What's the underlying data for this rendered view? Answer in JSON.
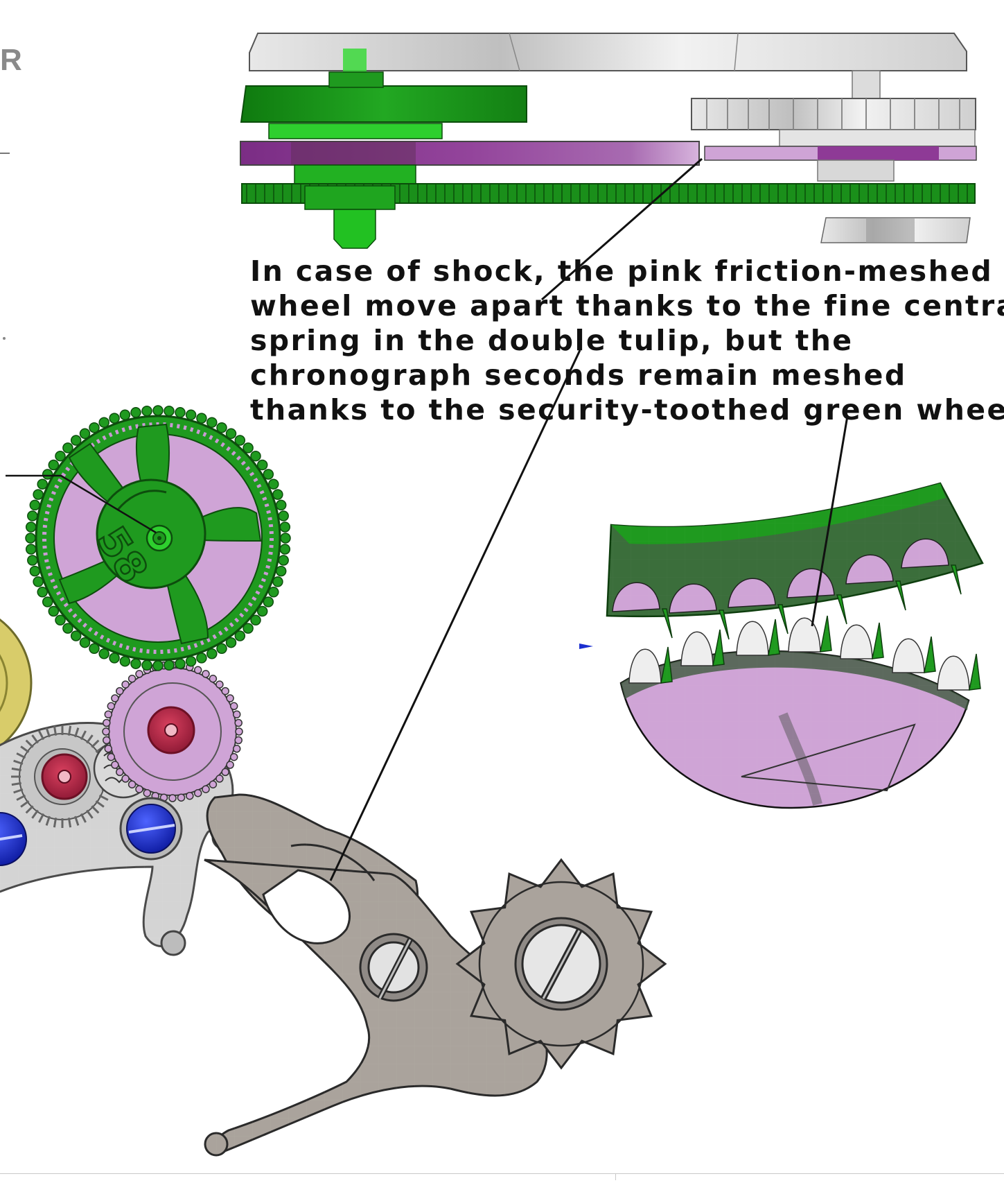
{
  "caption": {
    "lines": [
      "In case of shock, the pink friction-meshed",
      "wheel move apart thanks to the fine central",
      "spring in the double tulip, but the",
      "chronograph seconds remain meshed",
      "thanks to the security-toothed green wheels"
    ]
  },
  "edge_letter": "R",
  "wheel_engraving": "58",
  "colors": {
    "green": "#1f9a1f",
    "green_dark": "#0d6b0d",
    "green_bright": "#3cd63c",
    "pink": "#c99ad3",
    "purple": "#8e3a96",
    "steel": "#a9a29b",
    "silver": "#d6d6d6",
    "ruby": "#b0203f",
    "blue_screw": "#1b2fd0",
    "gold": "#d8cc6a",
    "outline": "#1a1a1a"
  },
  "icons": [
    "screw-icon",
    "jewel-icon",
    "gear-icon"
  ]
}
